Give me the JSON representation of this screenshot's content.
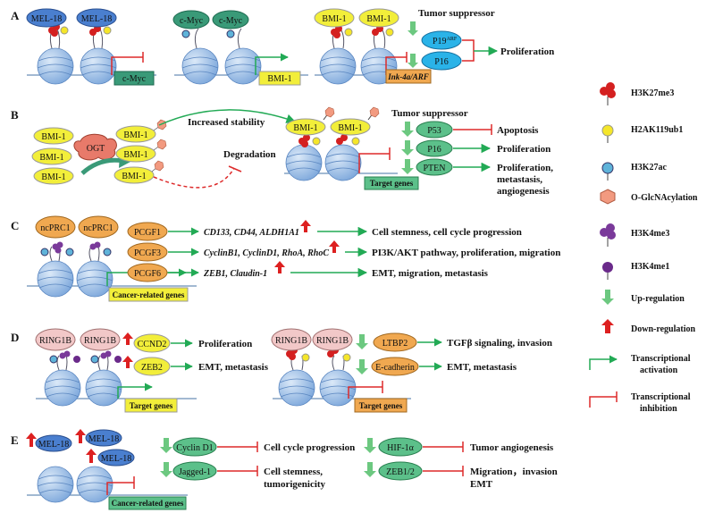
{
  "panels": {
    "A": {
      "letter": "A",
      "mel18": "MEL-18",
      "cmyc_gene": "c-Myc",
      "cmyc": "c-Myc",
      "bmi1_gene": "BMI-1",
      "bmi1": "BMI-1",
      "tumor_suppressor": "Tumor suppressor",
      "p19_base": "P19",
      "p19_sup": "ARF",
      "p16": "P16",
      "locus": "Ink-4a/ARF",
      "outcome": "Proliferation"
    },
    "B": {
      "letter": "B",
      "bmi1": "BMI-1",
      "ogt": "OGT",
      "increased_stability": "Increased stability",
      "degradation": "Degradation",
      "tumor_suppressor": "Tumor suppressor",
      "targets": [
        "P53",
        "P16",
        "PTEN"
      ],
      "outcomes": [
        "Apoptosis",
        "Proliferation",
        "Proliferation,",
        "metastasis,",
        "angiogenesis"
      ],
      "target_genes": "Target genes"
    },
    "C": {
      "letter": "C",
      "ncprc1": "ncPRC1",
      "pcgf": [
        "PCGF1",
        "PCGF3",
        "PCGF6"
      ],
      "genes": [
        "CD133, CD44, ALDH1A1",
        "CyclinB1, CyclinD1, RhoA, RhoC",
        "ZEB1,  Claudin-1"
      ],
      "outcomes": [
        "Cell stemness, cell cycle progression",
        "PI3K/AKT pathway,  proliferation, migration",
        "EMT, migration, metastasis"
      ],
      "cancer_genes": "Cancer-related genes"
    },
    "D": {
      "letter": "D",
      "ring1b": "RING1B",
      "left_targets": [
        "CCND2",
        "ZEB2"
      ],
      "left_outcomes": [
        "Proliferation",
        "EMT, metastasis"
      ],
      "right_targets": [
        "LTBP2",
        "E-cadherin"
      ],
      "right_outcomes": [
        "TGFβ signaling,  invasion",
        "EMT, metastasis"
      ],
      "target_genes": "Target genes"
    },
    "E": {
      "letter": "E",
      "mel18": "MEL-18",
      "cancer_genes": "Cancer-related genes",
      "targets": [
        "Cyclin D1",
        "Jagged-1",
        "HIF-1α",
        "ZEB1/2"
      ],
      "outcome_cyclin": "Cell cycle progression",
      "outcome_jagged": [
        "Cell stemness,",
        "tumorigenicity"
      ],
      "outcome_hif": "Tumor angiogenesis",
      "outcome_zeb": [
        "Migration，invasion",
        "EMT"
      ]
    }
  },
  "legend": {
    "items": [
      "H3K27me3",
      "H2AK119ub1",
      "H3K27ac",
      "O-GlcNAcylation",
      "H3K4me3",
      "H3K4me1",
      "Up-regulation",
      "Down-regulation",
      "Transcriptional activation",
      "Transcriptional inhibition"
    ],
    "activation_lines": [
      "Transcriptional",
      "activation"
    ],
    "inhibition_lines": [
      "Transcriptional",
      "inhibition"
    ]
  },
  "colors": {
    "mel18": "#4a7fcf",
    "cmyc_protein": "#3a9a78",
    "bmi1": "#f2ee3a",
    "p19_p16": "#2ab3e8",
    "ncprc1": "#f0a850",
    "pcgf": "#f0a850",
    "ring1b": "#f2c8c8",
    "green_oval": "#5cc08a",
    "ogt": "#e87a6a",
    "tumor_suppressor_text": "#e02020",
    "activation_arrow": "#22aa55",
    "inhibition_bar": "#dd2a2a",
    "nucleosome": "#9cc0e8",
    "up_arrow": "#6cc880",
    "down_arrow": "#dd2020"
  }
}
